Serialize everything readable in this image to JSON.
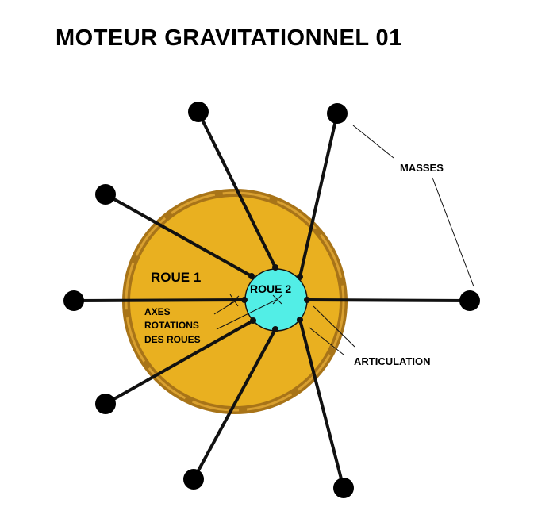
{
  "title": "MOTEUR GRAVITATIONNEL 01",
  "labels": {
    "roue1": "ROUE 1",
    "roue2": "ROUE 2",
    "axes_line1": "AXES",
    "axes_line2": "ROTATIONS",
    "axes_line3": "DES ROUES",
    "masses": "MASSES",
    "articulation": "ARTICULATION"
  },
  "colors": {
    "wheel1_fill": "#e9b020",
    "wheel1_rim": "#a87418",
    "wheel2_fill": "#52eee6",
    "line": "#111111"
  }
}
